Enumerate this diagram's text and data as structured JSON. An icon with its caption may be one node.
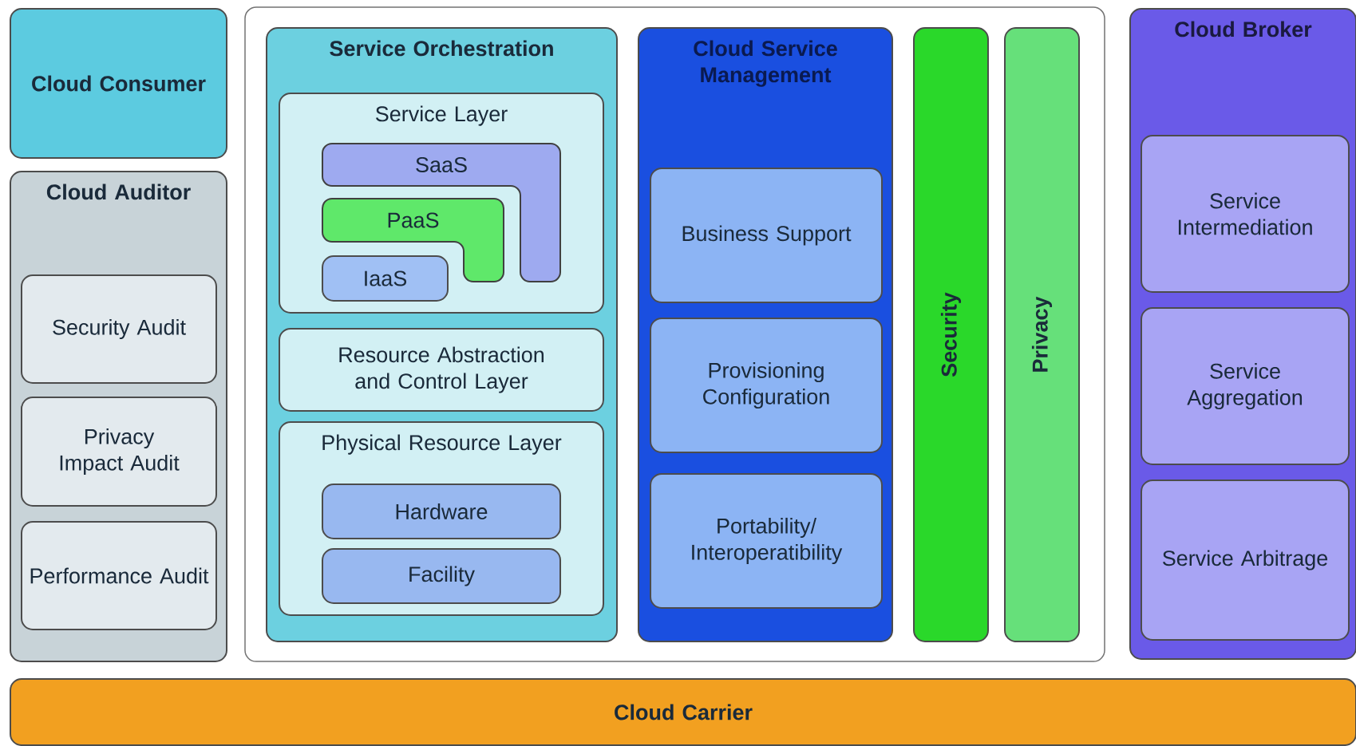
{
  "diagram": {
    "nodes": [
      {
        "text": [
          "Cloud Consumer"
        ]
      },
      {
        "text": [
          "Cloud Auditor"
        ]
      },
      {
        "text": [
          "Security Audit"
        ],
        "in": 1
      },
      {
        "text": [
          "Privacy Impact Audit"
        ],
        "in": 1
      },
      {
        "text": [
          "Performance Audit"
        ],
        "in": 1
      },
      {
        "text": [],
        "shape": "box"
      },
      {
        "text": [
          "Service Orchestration"
        ],
        "in": 5
      },
      {
        "text": [
          "Service Layer"
        ],
        "in": 6
      },
      {
        "text": [
          "SaaS"
        ],
        "in": 7
      },
      {
        "text": [
          "PaaS"
        ],
        "in": 7
      },
      {
        "text": [
          "IaaS"
        ],
        "in": 7
      },
      {
        "text": [
          "Resource Abstraction and Control Layer"
        ],
        "in": 6
      },
      {
        "text": [
          "Physical Resource Layer"
        ],
        "in": 6
      },
      {
        "text": [
          "Hardware"
        ],
        "in": 12
      },
      {
        "text": [
          "Facility"
        ],
        "in": 12
      },
      {
        "text": [
          "Cloud Service Management"
        ],
        "in": 5
      },
      {
        "text": [
          "Business Support"
        ],
        "in": 15
      },
      {
        "text": [
          "Provisioning Configuration"
        ],
        "in": 15
      },
      {
        "text": [
          "Portability/ Interoperatibility"
        ],
        "in": 15
      },
      {
        "text": [
          "Security"
        ],
        "in": 5
      },
      {
        "text": [
          "Privacy"
        ],
        "in": 5
      },
      {
        "text": [
          "Cloud Broker"
        ]
      },
      {
        "text": [
          "Service Intermediation"
        ],
        "in": 21
      },
      {
        "text": [
          "Service Aggregation"
        ],
        "in": 21
      },
      {
        "text": [
          "Service Arbitrage"
        ],
        "in": 21
      },
      {
        "text": [
          "Cloud Carrier"
        ]
      }
    ]
  }
}
